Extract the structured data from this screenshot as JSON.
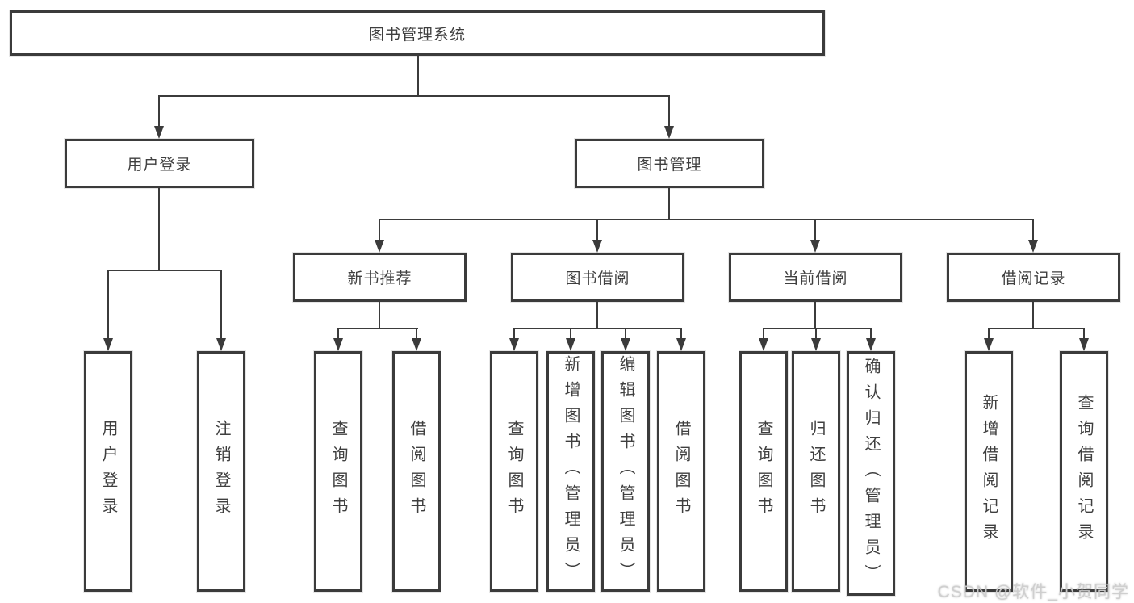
{
  "tree": {
    "root": "图书管理系统",
    "user_login": {
      "label": "用户登录",
      "children": [
        "用户登录",
        "注销登录"
      ]
    },
    "book_mgmt": {
      "label": "图书管理",
      "sections": [
        {
          "label": "新书推荐",
          "children": [
            "查询图书",
            "借阅图书"
          ]
        },
        {
          "label": "图书借阅",
          "children": [
            "查询图书",
            "新增图书（管理员）",
            "编辑图书（管理员）",
            "借阅图书"
          ]
        },
        {
          "label": "当前借阅",
          "children": [
            "查询图书",
            "归还图书",
            "确认归还（管理员）"
          ]
        },
        {
          "label": "借阅记录",
          "children": [
            "新增借阅记录",
            "查询借阅记录"
          ]
        }
      ]
    }
  },
  "watermark": {
    "text": "CSDN @软件_小贺同学"
  },
  "colors": {
    "line": "#3b3b3b",
    "background": "#ffffff"
  }
}
